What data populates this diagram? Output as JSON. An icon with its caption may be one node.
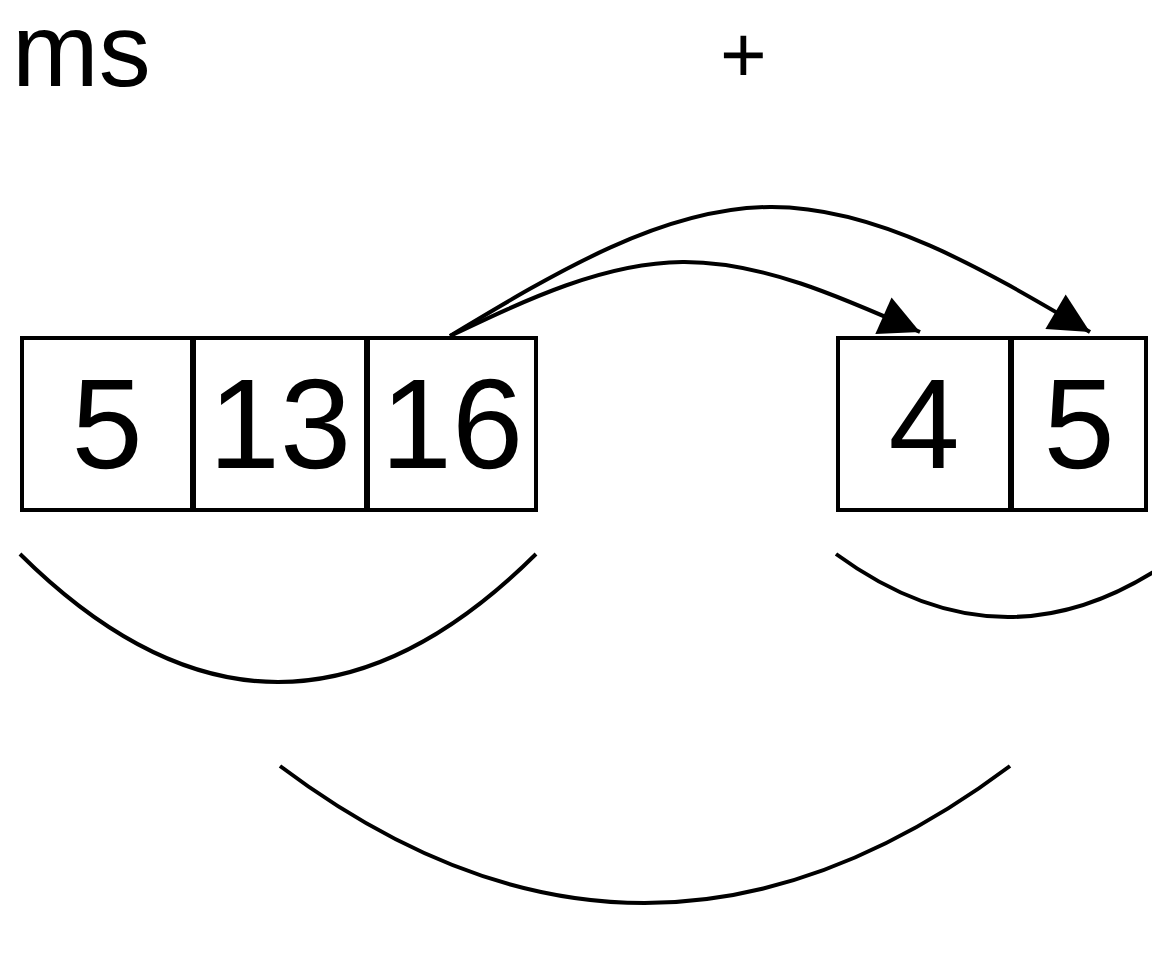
{
  "diagram": {
    "title": "ms",
    "nodes": [
      {
        "text": [
          "5"
        ]
      },
      {
        "text": [
          "13"
        ]
      },
      {
        "text": [
          "16"
        ]
      },
      {
        "text": [
          "4"
        ]
      },
      {
        "text": [
          "5"
        ]
      }
    ],
    "edges": [
      {
        "from": 2,
        "to": 3,
        "arrow": "to"
      },
      {
        "from": 2,
        "to": 4,
        "arrow": "to"
      }
    ],
    "labels": [
      "+"
    ]
  }
}
